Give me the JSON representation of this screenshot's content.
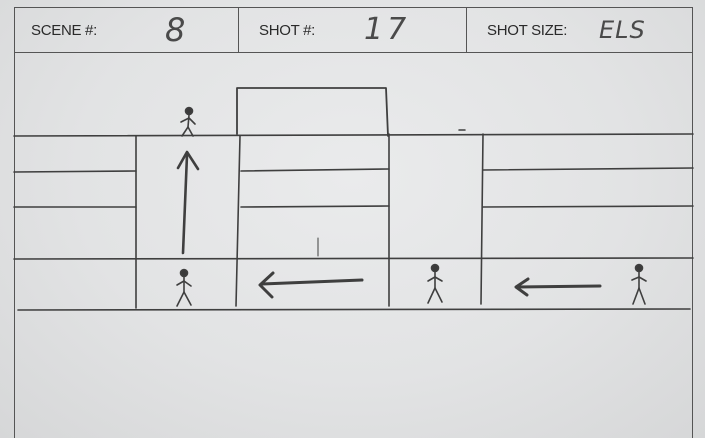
{
  "header": {
    "scene_label": "SCENE #:",
    "scene_value": "8",
    "shot_label": "SHOT #:",
    "shot_value": "17",
    "size_label": "SHOT SIZE:",
    "size_value": "ELS"
  },
  "colors": {
    "ink": "#3a3a3a",
    "paper": "#e4e5e6"
  }
}
